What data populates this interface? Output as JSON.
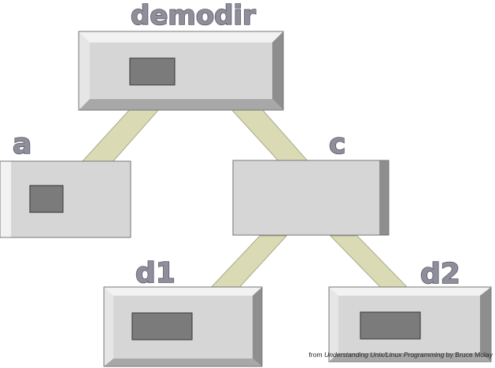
{
  "diagram": {
    "nodes": [
      {
        "id": "demodir",
        "label": "demodir"
      },
      {
        "id": "a",
        "label": "a"
      },
      {
        "id": "c",
        "label": "c"
      },
      {
        "id": "d1",
        "label": "d1"
      },
      {
        "id": "d2",
        "label": "d2"
      }
    ],
    "edges": [
      {
        "from": "demodir",
        "to": "a"
      },
      {
        "from": "demodir",
        "to": "c"
      },
      {
        "from": "c",
        "to": "d1"
      },
      {
        "from": "c",
        "to": "d2"
      }
    ],
    "colors": {
      "box_face": "#d6d6d6",
      "box_bevel_light": "#f2f2f2",
      "box_bevel_dark": "#8e8e8e",
      "inner_rect": "#7b7b7b",
      "connector": "#dadbb4",
      "label_fill": "#8f8f9c"
    }
  },
  "credit": {
    "prefix": "from ",
    "book_title": "Understanding Unix/Linux Programming",
    "suffix": " by Bruce Molay"
  }
}
